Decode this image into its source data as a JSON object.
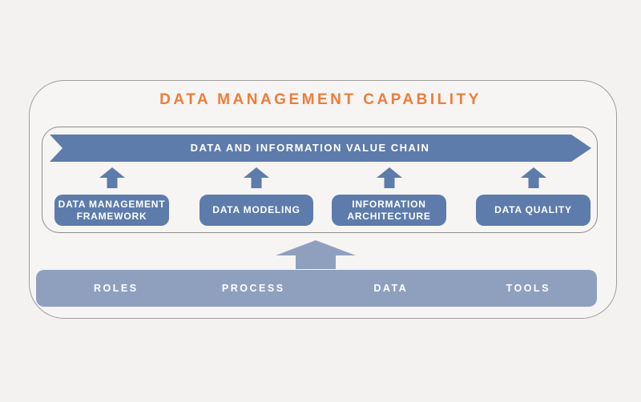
{
  "title": "DATA MANAGEMENT CAPABILITY",
  "value_chain": {
    "label": "DATA AND INFORMATION VALUE CHAIN"
  },
  "capabilities": [
    {
      "label": "DATA MANAGEMENT FRAMEWORK"
    },
    {
      "label": "DATA MODELING"
    },
    {
      "label": "INFORMATION ARCHITECTURE"
    },
    {
      "label": "DATA QUALITY"
    }
  ],
  "foundation": {
    "items": [
      {
        "label": "ROLES"
      },
      {
        "label": "PROCESS"
      },
      {
        "label": "DATA"
      },
      {
        "label": "TOOLS"
      }
    ]
  },
  "colors": {
    "steel_blue": "#5d7cab",
    "light_blue": "#8fa0bf",
    "orange": "#ed7d3b",
    "outer_border": "#9e9e9e",
    "inner_border": "#8c8c8c",
    "background": "#f3f2f0",
    "panel_background": "#f6f5f3",
    "text_white": "#ffffff"
  }
}
